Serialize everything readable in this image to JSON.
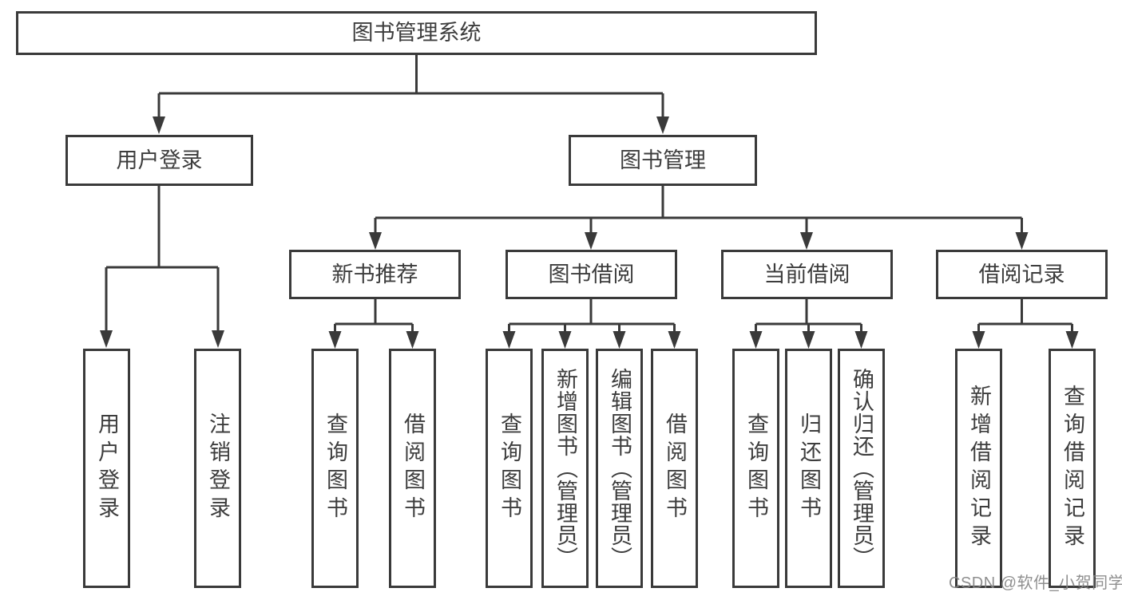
{
  "tree": {
    "root": "图书管理系统",
    "branches": [
      {
        "label": "用户登录",
        "children": [
          "用户登录",
          "注销登录"
        ]
      },
      {
        "label": "图书管理",
        "groups": [
          {
            "label": "新书推荐",
            "children": [
              "查询图书",
              "借阅图书"
            ]
          },
          {
            "label": "图书借阅",
            "children": [
              "查询图书",
              "新增图书（管理员）",
              "编辑图书（管理员）",
              "借阅图书"
            ]
          },
          {
            "label": "当前借阅",
            "children": [
              "查询图书",
              "归还图书",
              "确认归还（管理员）"
            ]
          },
          {
            "label": "借阅记录",
            "children": [
              "新增借阅记录",
              "查询借阅记录"
            ]
          }
        ]
      }
    ]
  },
  "watermark": "CSDN @软件_小贺同学",
  "colors": {
    "line": "#3a3a3a",
    "text": "#3d3d3d",
    "watermark": "#868686",
    "background": "#ffffff"
  }
}
